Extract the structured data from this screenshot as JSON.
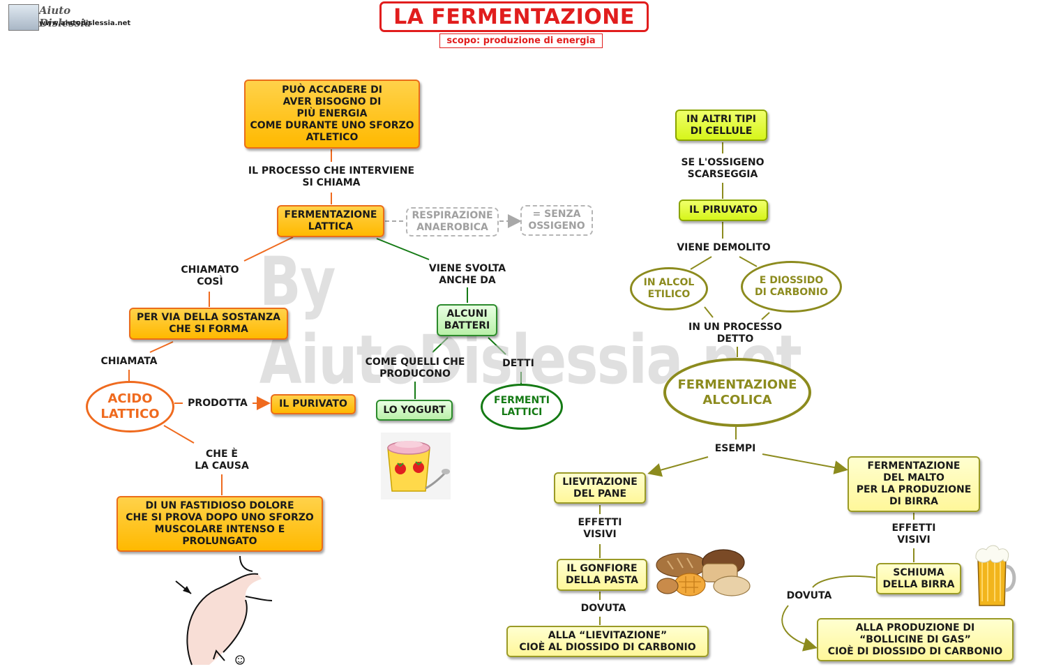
{
  "title": "LA FERMENTAZIONE",
  "subtitle": "scopo: produzione di energia",
  "watermark": "By AiutoDislessia.net",
  "logo": {
    "name": "Aiuto Dislessia",
    "url": "www.aiutodislessia.net"
  },
  "left": {
    "need_energy": "PUÒ ACCADERE DI\nAVER BISOGNO DI\nPIÙ ENERGIA\nCOME DURANTE UNO SFORZO\nATLETICO",
    "link_process": "IL PROCESSO CHE INTERVIENE\nSI CHIAMA",
    "lactic_fermentation": "FERMENTAZIONE\nLATTICA",
    "anaerobic_respiration": "RESPIRAZIONE\nANAEROBICA",
    "without_oxygen": "= SENZA\nOSSIGENO",
    "link_called_so": "CHIAMATO\nCOSÌ",
    "substance_formed": "PER VIA DELLA SOSTANZA\nCHE SI FORMA",
    "link_called": "CHIAMATA",
    "lactic_acid": "ACIDO\nLATTICO",
    "link_produced": "PRODOTTA",
    "pyruvate_left": "IL PURIVATO",
    "link_cause": "CHE È\nLA CAUSA",
    "pain": "DI UN FASTIDIOSO DOLORE\nCHE SI PROVA DOPO UNO SFORZO\nMUSCOLARE INTENSO E\nPROLUNGATO",
    "link_also_done_by": "VIENE SVOLTA\nANCHE DA",
    "some_bacteria": "ALCUNI\nBATTERI",
    "link_like_producers": "COME QUELLI CHE\nPRODUCONO",
    "yogurt": "LO YOGURT",
    "link_called_pl": "DETTI",
    "lactic_ferments": "FERMENTI\nLATTICI"
  },
  "right": {
    "other_cells": "IN ALTRI TIPI\nDI CELLULE",
    "link_oxygen_scarce": "SE L'OSSIGENO\nSCARSEGGIA",
    "pyruvate": "IL PIRUVATO",
    "link_demolished": "VIENE DEMOLITO",
    "ethyl_alcohol": "IN ALCOL\nETILICO",
    "carbon_dioxide": "E DIOSSIDO\nDI CARBONIO",
    "link_process_called": "IN UN PROCESSO\nDETTO",
    "alcoholic_fermentation": "FERMENTAZIONE\nALCOLICA",
    "link_examples": "ESEMPI",
    "bread_leavening": "LIEVITAZIONE\nDEL PANE",
    "link_visible_effects_1": "EFFETTI\nVISIVI",
    "dough_swelling": "IL GONFIORE\nDELLA PASTA",
    "link_due_1": "DOVUTA",
    "leavening_co2": "ALLA “LIEVITAZIONE”\nCIOÈ AL DIOSSIDO DI CARBONIO",
    "malt_fermentation": "FERMENTAZIONE\nDEL MALTO\nPER LA PRODUZIONE\nDI BIRRA",
    "link_visible_effects_2": "EFFETTI\nVISIVI",
    "beer_foam": "SCHIUMA\nDELLA BIRRA",
    "link_due_2": "DOVUTA",
    "gas_bubbles": "ALLA PRODUZIONE DI\n“BOLLICINE DI GAS”\nCIOÈ DI DIOSSIDO DI CARBONIO"
  },
  "colors": {
    "title_red": "#e11d1d",
    "orange_fill": "#ffc20e",
    "orange_border": "#ea6d1a",
    "green": "#147a14",
    "olive": "#8c8b1e",
    "yellowgreen_fill": "#e2fa2c",
    "paleyellow_fill": "#fffbaa"
  }
}
